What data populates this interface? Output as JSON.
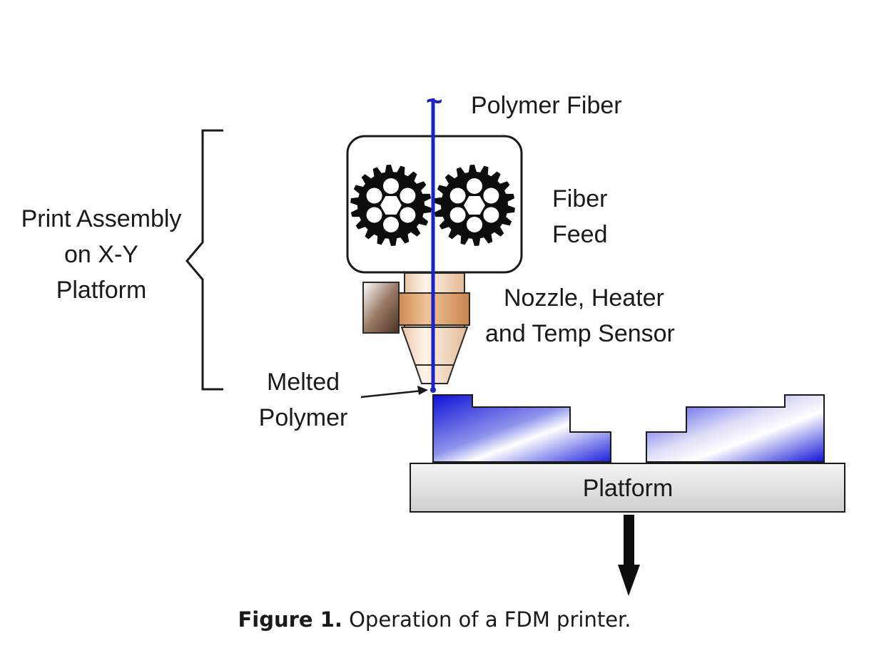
{
  "labels": {
    "polymer_fiber": "Polymer Fiber",
    "fiber_feed_line1": "Fiber",
    "fiber_feed_line2": "Feed",
    "print_assembly_line1": "Print Assembly",
    "print_assembly_line2": "on X-Y",
    "print_assembly_line3": "Platform",
    "nozzle_line1": "Nozzle, Heater",
    "nozzle_line2": "and Temp Sensor",
    "melted_line1": "Melted",
    "melted_line2": "Polymer",
    "platform": "Platform",
    "fiber_tilde": "~"
  },
  "caption": {
    "label": "Figure 1.",
    "text": " Operation of a FDM printer."
  },
  "colors": {
    "fiber": "#1a22c8",
    "part_dark": "#1414d8",
    "platform": "#d9d9d9",
    "heater_band": "#dca36e",
    "nozzle": "#f6dcc6",
    "sensor": "#7a5a48",
    "gear": "#0d0d0d"
  }
}
